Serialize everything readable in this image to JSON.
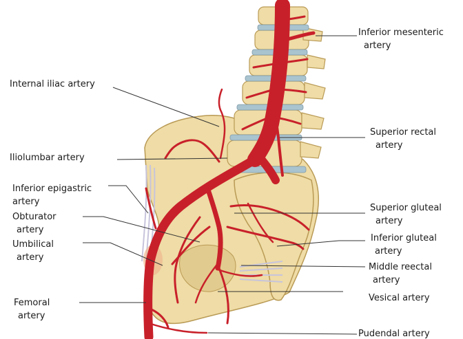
{
  "labels": {
    "inferior_mesenteric": [
      "Inferior mesenteric",
      "artery"
    ],
    "internal_iliac": "Internal iliac artery",
    "superior_rectal": [
      "Superior rectal",
      "artery"
    ],
    "iliolumbar": "Iliolumbar artery",
    "inferior_epigastric": [
      "Inferior epigastric",
      "artery"
    ],
    "superior_gluteal": [
      "Superior gluteal",
      "artery"
    ],
    "obturator": [
      "Obturator",
      "artery"
    ],
    "umbilical": [
      "Umbilical",
      "artery"
    ],
    "inferior_gluteal": [
      "Inferior gluteal",
      "artery"
    ],
    "middle_rectal": [
      "Middle reectal",
      "artery"
    ],
    "femoral": [
      "Femoral",
      "artery"
    ],
    "vesical": "Vesical artery",
    "pudendal": "Pudendal artery"
  },
  "colors": {
    "artery": "#c8202a",
    "artery_dark": "#8e1219",
    "bone": "#efdca6",
    "bone_edge": "#b99a55",
    "disc": "#a9c3cf",
    "ligament": "#c7c4dc",
    "leader": "#333333"
  }
}
